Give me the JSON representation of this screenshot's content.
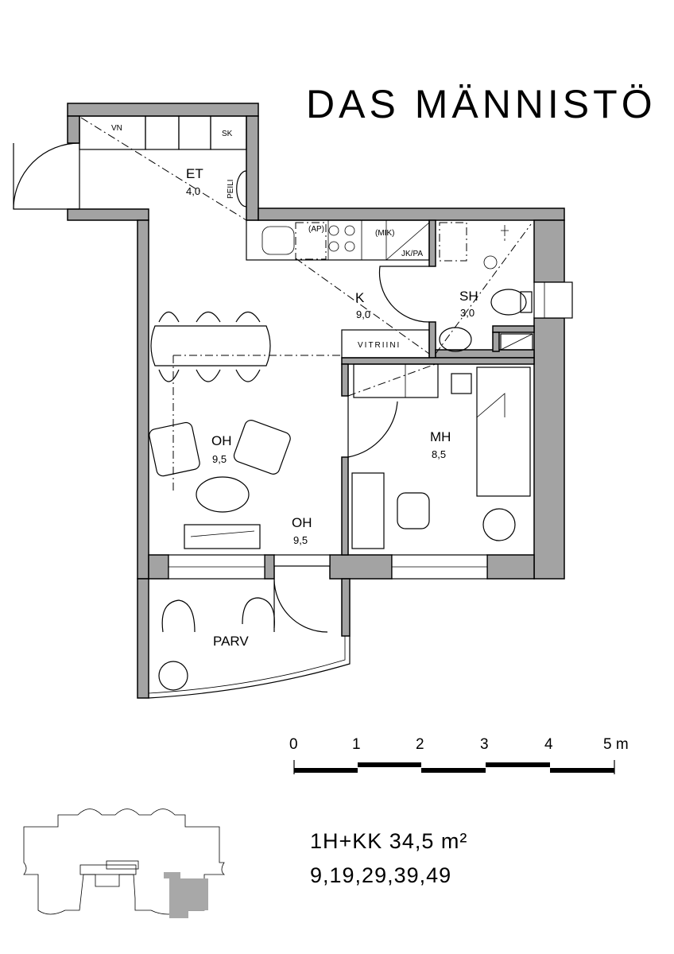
{
  "title": "DAS MÄNNISTÖ",
  "rooms": {
    "et": {
      "label": "ET",
      "area": "4,0"
    },
    "k": {
      "label": "K",
      "area": "9,0"
    },
    "sh": {
      "label": "SH",
      "area": "3,0"
    },
    "oh1": {
      "label": "OH",
      "area": "9,5"
    },
    "oh2": {
      "label": "OH",
      "area": "9,5"
    },
    "mh": {
      "label": "MH",
      "area": "8,5"
    },
    "parv": {
      "label": "PARV"
    }
  },
  "fixtures": {
    "vn": "VN",
    "sk": "SK",
    "peili": "PEILI",
    "ap": "(AP)",
    "mik": "(MIK)",
    "jkpa": "JK/PA",
    "vitriini": "VITRIINI"
  },
  "scale": {
    "ticks": [
      "0",
      "1",
      "2",
      "3",
      "4",
      "5 m"
    ]
  },
  "info": {
    "type_area": "1H+KK  34,5  m²",
    "apartments": "9,19,29,39,49"
  },
  "colors": {
    "wall": "#a3a3a3",
    "line": "#000000",
    "highlight": "#a8a8a8"
  }
}
